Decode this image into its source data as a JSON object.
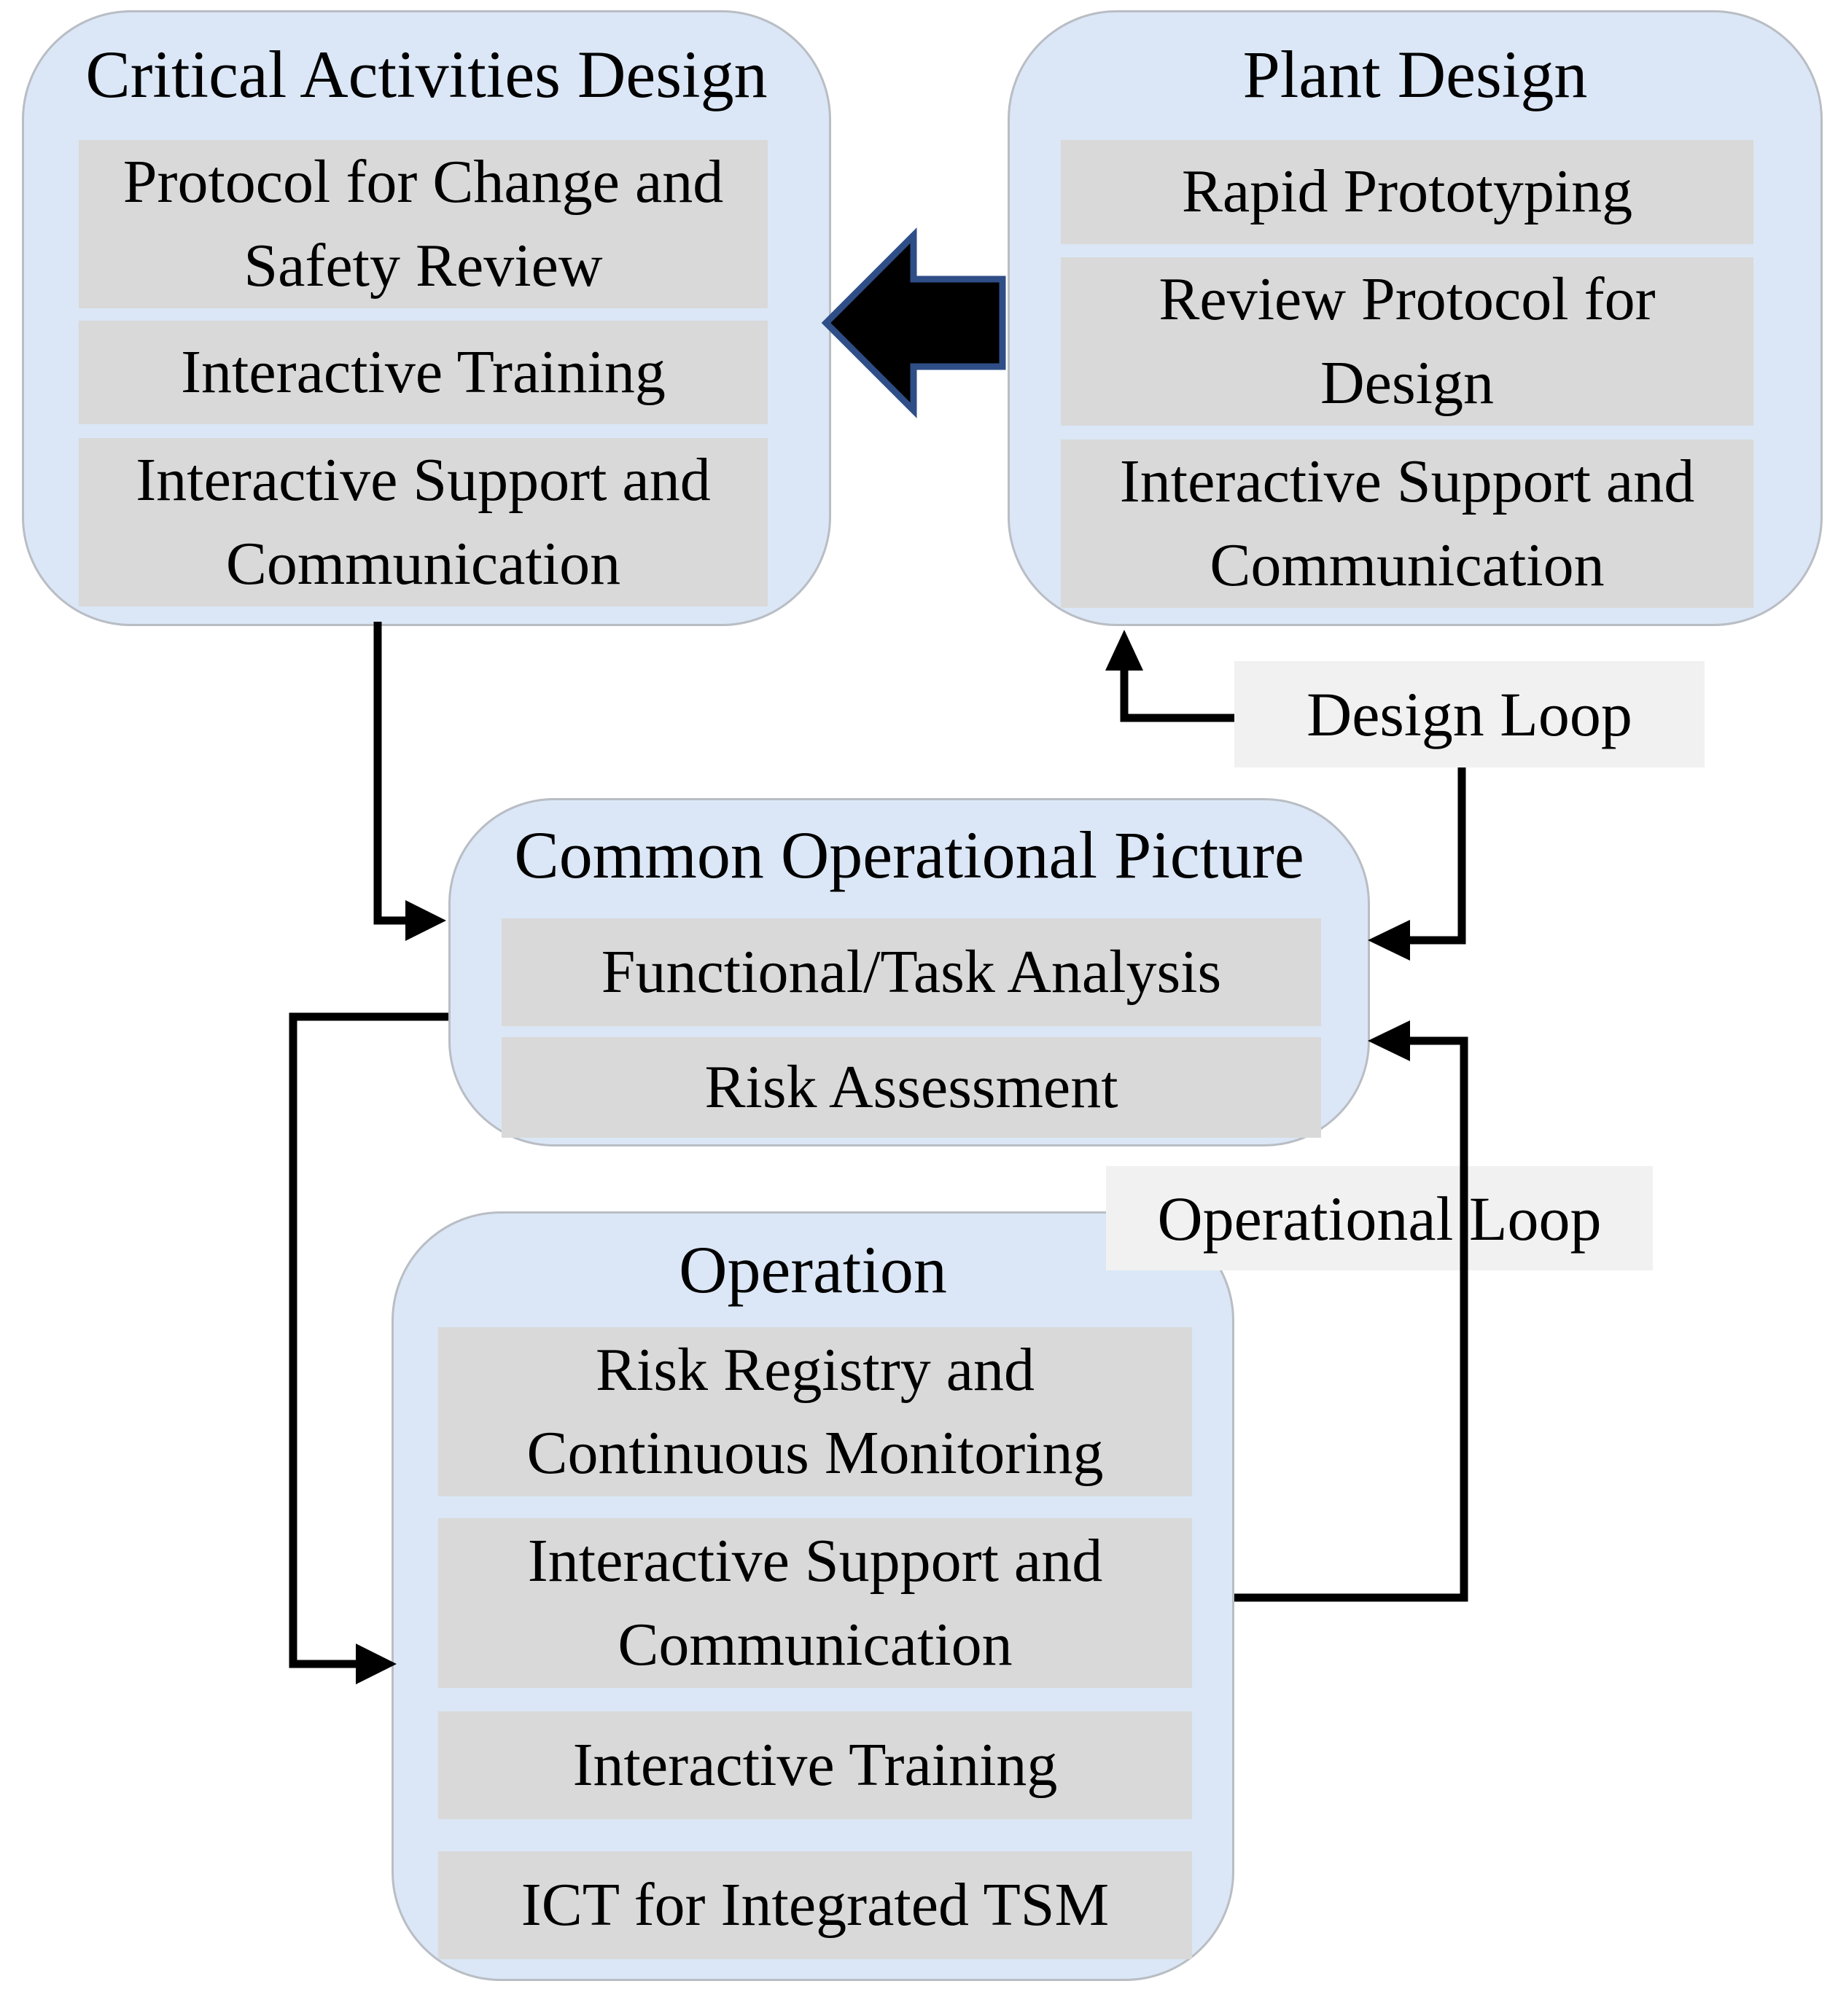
{
  "diagram": {
    "panels": {
      "critical_activities_design": {
        "title": "Critical Activities Design",
        "items": [
          "Protocol for Change and Safety Review",
          "Interactive Training",
          "Interactive Support and Communication"
        ]
      },
      "plant_design": {
        "title": "Plant Design",
        "items": [
          "Rapid Prototyping",
          "Review Protocol for Design",
          "Interactive Support and Communication"
        ]
      },
      "common_operational_picture": {
        "title": "Common Operational Picture",
        "items": [
          "Functional/Task Analysis",
          "Risk Assessment"
        ]
      },
      "operation": {
        "title": "Operation",
        "items": [
          "Risk Registry and Continuous Monitoring",
          "Interactive Support and Communication",
          "Interactive Training",
          "ICT for Integrated TSM"
        ]
      }
    },
    "loop_labels": {
      "design_loop": "Design Loop",
      "operational_loop": "Operational Loop"
    },
    "colors": {
      "panel_fill": "#dbe7f6",
      "panel_border": "#b9bdc4",
      "item_fill": "#d9d9d9",
      "loop_label_fill": "#f1f1f1",
      "connector": "#000000",
      "big_arrow_fill": "#000000",
      "big_arrow_border": "#2f4e87",
      "text": "#000000"
    }
  }
}
